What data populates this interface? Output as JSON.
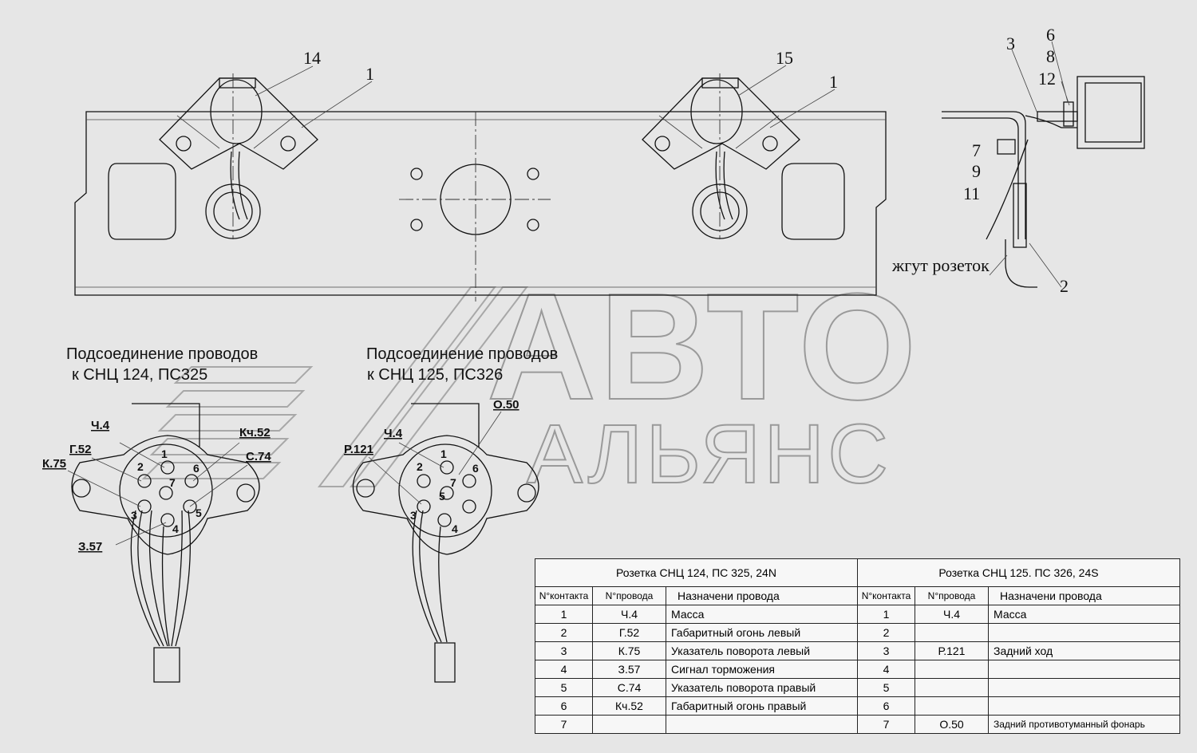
{
  "watermark": {
    "line1": "АВТО",
    "line2": "АЛЬЯНС"
  },
  "callouts": {
    "left_socket": "14",
    "left_bracket": "1",
    "right_socket": "15",
    "right_bracket": "1",
    "side_3": "3",
    "side_6": "6",
    "side_8": "8",
    "side_12": "12",
    "side_7": "7",
    "side_9": "9",
    "side_11": "11",
    "side_2": "2"
  },
  "harness_label": "жгут розеток",
  "connections": [
    {
      "title_line1": "Подсоединение проводов",
      "title_line2": "к СНЦ 124, ПС325",
      "pins": [
        "1",
        "2",
        "3",
        "4",
        "5",
        "6",
        "7"
      ],
      "wires": [
        "Ч.4",
        "Г.52",
        "К.75",
        "Кч.52",
        "С.74",
        "З.57"
      ]
    },
    {
      "title_line1": "Подсоединение проводов",
      "title_line2": "к СНЦ 125, ПС326",
      "pins": [
        "1",
        "2",
        "3",
        "4",
        "5",
        "6",
        "7"
      ],
      "wires": [
        "О.50",
        "Ч.4",
        "Р.121"
      ]
    }
  ],
  "table": {
    "left_title": "Розетка СНЦ 124, ПС 325, 24N",
    "right_title": "Розетка СНЦ 125. ПС 326, 24S",
    "columns": [
      "N°контакта",
      "N°провода",
      "Назначени провода"
    ],
    "rows": [
      {
        "contact": "1",
        "wire_l": "Ч.4",
        "purpose_l": "Масса",
        "contact_r": "1",
        "wire_r": "Ч.4",
        "purpose_r": "Масса"
      },
      {
        "contact": "2",
        "wire_l": "Г.52",
        "purpose_l": "Габаритный огонь левый",
        "contact_r": "2",
        "wire_r": "",
        "purpose_r": ""
      },
      {
        "contact": "3",
        "wire_l": "К.75",
        "purpose_l": "Указатель поворота левый",
        "contact_r": "3",
        "wire_r": "Р.121",
        "purpose_r": "Задний ход"
      },
      {
        "contact": "4",
        "wire_l": "З.57",
        "purpose_l": "Сигнал торможения",
        "contact_r": "4",
        "wire_r": "",
        "purpose_r": ""
      },
      {
        "contact": "5",
        "wire_l": "С.74",
        "purpose_l": "Указатель поворота правый",
        "contact_r": "5",
        "wire_r": "",
        "purpose_r": ""
      },
      {
        "contact": "6",
        "wire_l": "Кч.52",
        "purpose_l": "Габаритный огонь правый",
        "contact_r": "6",
        "wire_r": "",
        "purpose_r": ""
      },
      {
        "contact": "7",
        "wire_l": "",
        "purpose_l": "",
        "contact_r": "7",
        "wire_r": "О.50",
        "purpose_r": "Задний противотуманный фонарь"
      }
    ]
  }
}
